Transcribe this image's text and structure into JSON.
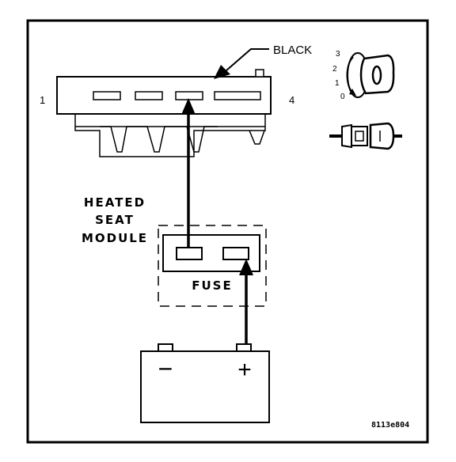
{
  "connector": {
    "color_label": "BLACK",
    "pin_left": "1",
    "pin_right": "4"
  },
  "ignition_switch": {
    "positions": [
      "3",
      "2",
      "1",
      "0"
    ]
  },
  "module_label": {
    "line1": "HEATED",
    "line2": "SEAT",
    "line3": "MODULE"
  },
  "fuse": {
    "label": "FUSE"
  },
  "battery": {
    "negative": "−",
    "positive": "+"
  },
  "figure_id": "8113e804",
  "colors": {
    "ink": "#000000",
    "paper": "#ffffff"
  }
}
